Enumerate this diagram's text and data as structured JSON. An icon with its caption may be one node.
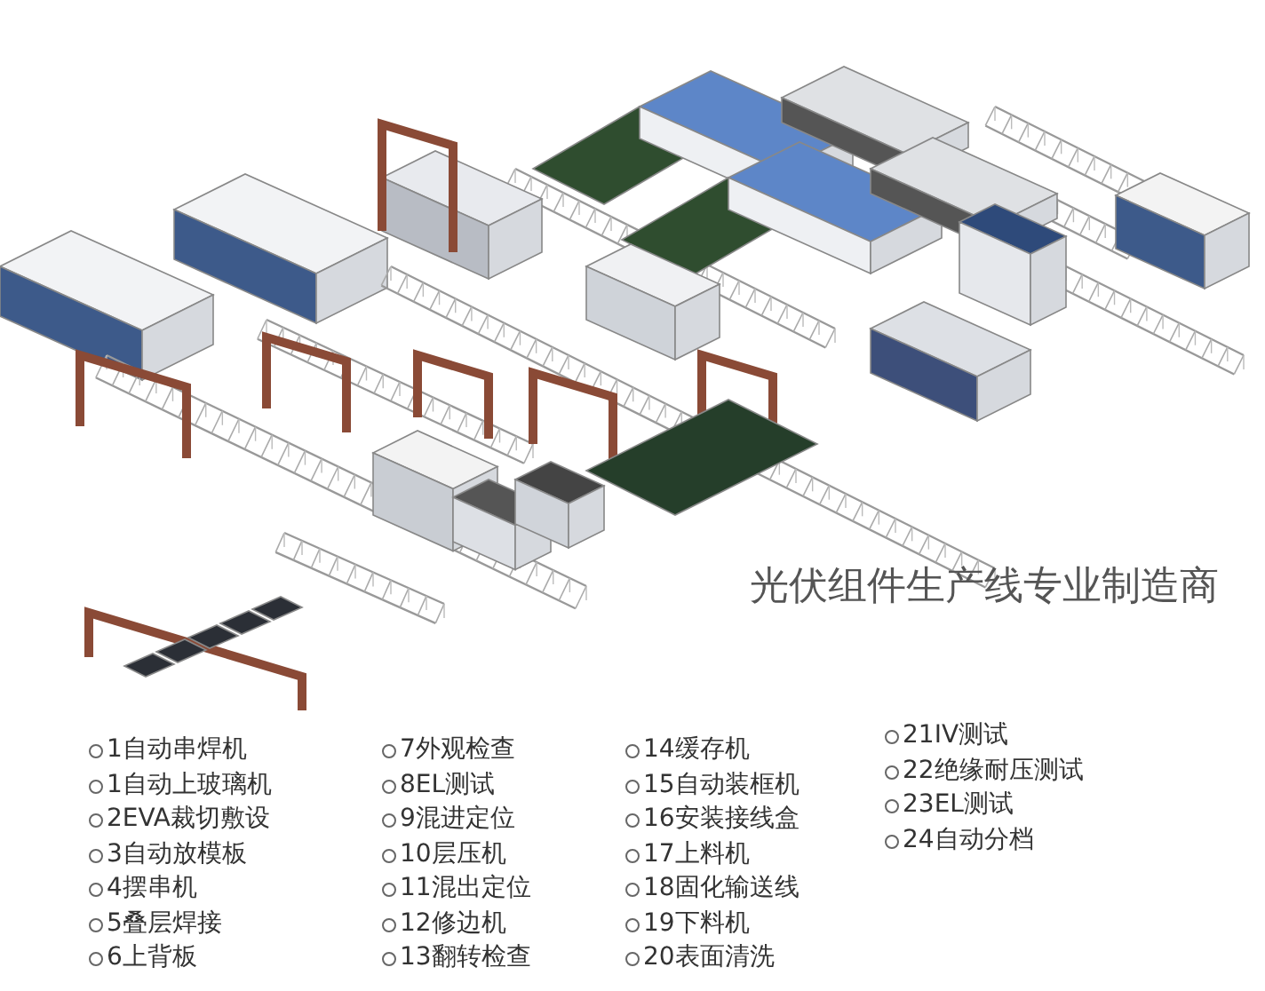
{
  "diagram": {
    "labels": [
      "光伏组件生产线专业制造商",
      "1自动串焊机",
      "1自动上玻璃机",
      "2EVA裁切敷设",
      "3自动放模板",
      "4摆串机",
      "5叠层焊接",
      "6上背板",
      "7外观检查",
      "8EL测试",
      "9混进定位",
      "10层压机",
      "11混出定位",
      "12修边机",
      "13翻转检查",
      "14缓存机",
      "15自动装框机",
      "16安装接线盒",
      "17上料机",
      "18固化输送线",
      "19下料机",
      "20表面清洗",
      "21IV测试",
      "22绝缘耐压测试",
      "23EL测试",
      "24自动分档"
    ]
  }
}
